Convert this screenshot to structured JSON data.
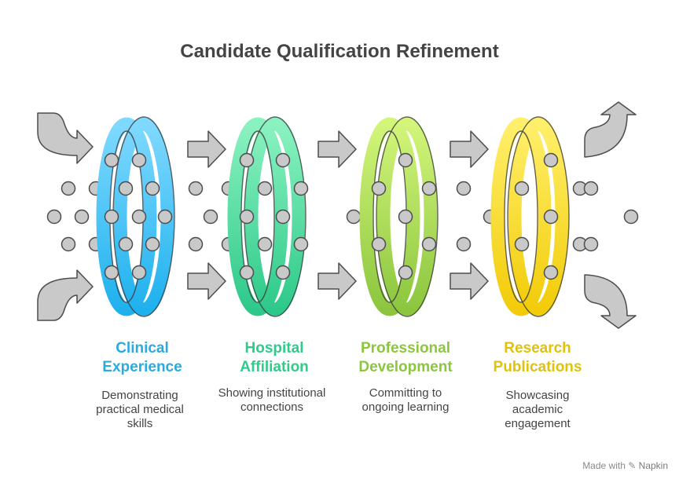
{
  "title": "Candidate Qualification Refinement",
  "stages": [
    {
      "label": "Clinical\nExperience",
      "description": "Demonstrating\npractical medical\nskills",
      "color": "#29abe2"
    },
    {
      "label": "Hospital\nAffiliation",
      "description": "Showing institutional\nconnections",
      "color": "#2ecc8a"
    },
    {
      "label": "Professional\nDevelopment",
      "description": "Committing to\nongoing learning",
      "color": "#8cc63f"
    },
    {
      "label": "Research\nPublications",
      "description": "Showcasing\nacademic\nengagement",
      "color": "#e8c80b"
    }
  ],
  "watermark": {
    "prefix": "Made with",
    "brand": "Napkin"
  }
}
